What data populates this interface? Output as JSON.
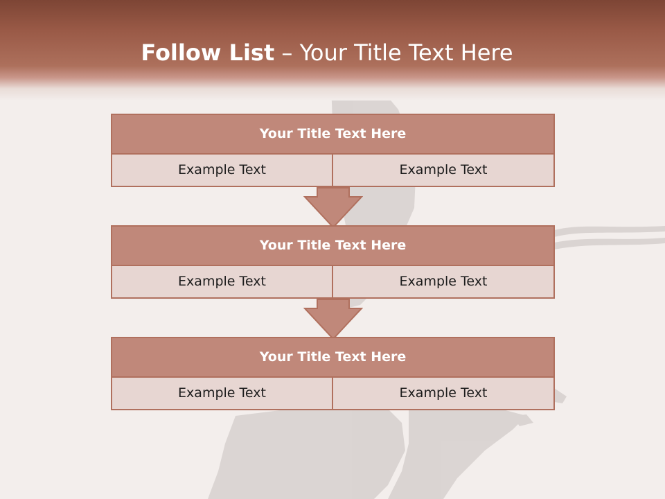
{
  "slide": {
    "title_bold": "Follow List",
    "title_rest": " – Your Title Text Here"
  },
  "steps": [
    {
      "title": "Your Title Text Here",
      "left": "Example Text",
      "right": "Example Text"
    },
    {
      "title": "Your Title Text Here",
      "left": "Example Text",
      "right": "Example Text"
    },
    {
      "title": "Your Title Text Here",
      "left": "Example Text",
      "right": "Example Text"
    }
  ],
  "colors": {
    "header": "#9a5a47",
    "box_title": "#c0887a",
    "box_cell": "#e7d6d2",
    "border": "#b0705e",
    "background": "#f3eeec"
  },
  "icons": {
    "down_arrow": "down-arrow-icon"
  }
}
